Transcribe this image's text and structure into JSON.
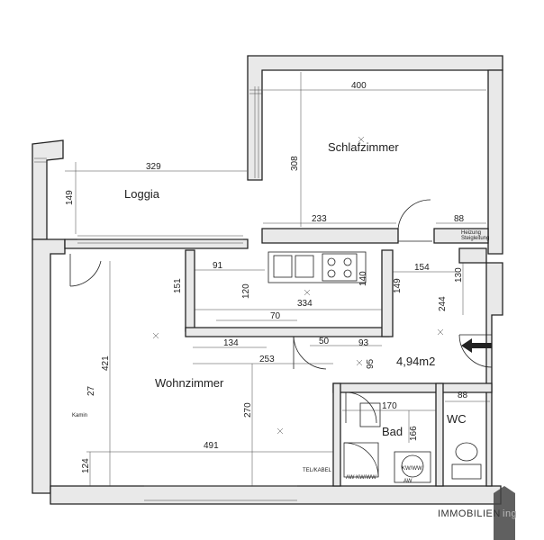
{
  "rooms": {
    "schlafzimmer": "Schlafzimmer",
    "loggia": "Loggia",
    "wohnzimmer": "Wohnzimmer",
    "bad": "Bad",
    "wc": "WC"
  },
  "area_label": "4,94m2",
  "dimensions": {
    "d400": "400",
    "d308": "308",
    "d233": "233",
    "d88_top": "88",
    "d329": "329",
    "d149_loggia": "149",
    "d91": "91",
    "d151": "151",
    "d120": "120",
    "d140": "140",
    "d334": "334",
    "d70": "70",
    "d154": "154",
    "d130": "130",
    "d149_hall": "149",
    "d244": "244",
    "d134": "134",
    "d50": "50",
    "d93": "93",
    "d95": "95",
    "d253": "253",
    "d421": "421",
    "d27": "27",
    "d270": "270",
    "d170": "170",
    "d166": "166",
    "d88_wc": "88",
    "d491": "491",
    "d124": "124"
  },
  "annotations": {
    "heizung_1": "Heizung",
    "heizung_2": "Steigleitung",
    "kamin": "Kamin",
    "tel_kabel": "TEL/KABEL",
    "aw_kw_ww": "AW KW/WW",
    "kw_ww": "KW/WW",
    "aw": "AW"
  },
  "watermark": {
    "text": "IMMOBILIEN",
    "suffix": "ing"
  },
  "colors": {
    "wall_fill": "#e9e9e9",
    "line": "#222222"
  }
}
